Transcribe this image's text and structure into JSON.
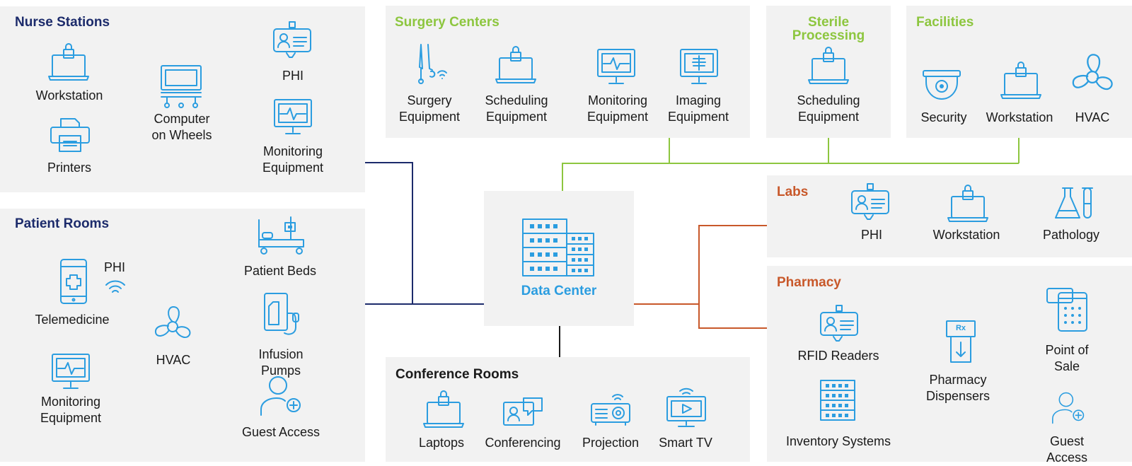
{
  "center": {
    "label": "Data Center"
  },
  "nurse_stations": {
    "title": "Nurse Stations",
    "items": {
      "workstation": "Workstation",
      "printers": "Printers",
      "computer_on_wheels": "Computer\non Wheels",
      "phi": "PHI",
      "monitoring": "Monitoring\nEquipment"
    }
  },
  "patient_rooms": {
    "title": "Patient Rooms",
    "items": {
      "phi": "PHI",
      "telemedicine": "Telemedicine",
      "monitoring": "Monitoring\nEquipment",
      "hvac": "HVAC",
      "patient_beds": "Patient Beds",
      "infusion_pumps": "Infusion Pumps",
      "guest_access": "Guest Access"
    }
  },
  "surgery_centers": {
    "title": "Surgery Centers",
    "items": {
      "surgery": "Surgery\nEquipment",
      "scheduling": "Scheduling\nEquipment",
      "monitoring": "Monitoring\nEquipment",
      "imaging": "Imaging\nEquipment"
    }
  },
  "sterile_processing": {
    "title": "Sterile\nProcessing",
    "items": {
      "scheduling": "Scheduling\nEquipment"
    }
  },
  "facilities": {
    "title": "Facilities",
    "items": {
      "security": "Security",
      "workstation": "Workstation",
      "hvac": "HVAC"
    }
  },
  "labs": {
    "title": "Labs",
    "items": {
      "phi": "PHI",
      "workstation": "Workstation",
      "pathology": "Pathology"
    }
  },
  "pharmacy": {
    "title": "Pharmacy",
    "items": {
      "rfid": "RFID Readers",
      "dispensers": "Pharmacy\nDispensers",
      "pos": "Point of Sale",
      "inventory": "Inventory Systems",
      "guest_access": "Guest Access",
      "rx_text": "Rx"
    }
  },
  "conference_rooms": {
    "title": "Conference Rooms",
    "items": {
      "laptops": "Laptops",
      "conferencing": "Conferencing",
      "projection": "Projection",
      "smart_tv": "Smart TV"
    }
  },
  "colors": {
    "icon": "#2b9de0",
    "navy": "#1c2b6b",
    "green": "#8dc63f",
    "orange": "#c8582a",
    "panel": "#f2f2f2"
  }
}
